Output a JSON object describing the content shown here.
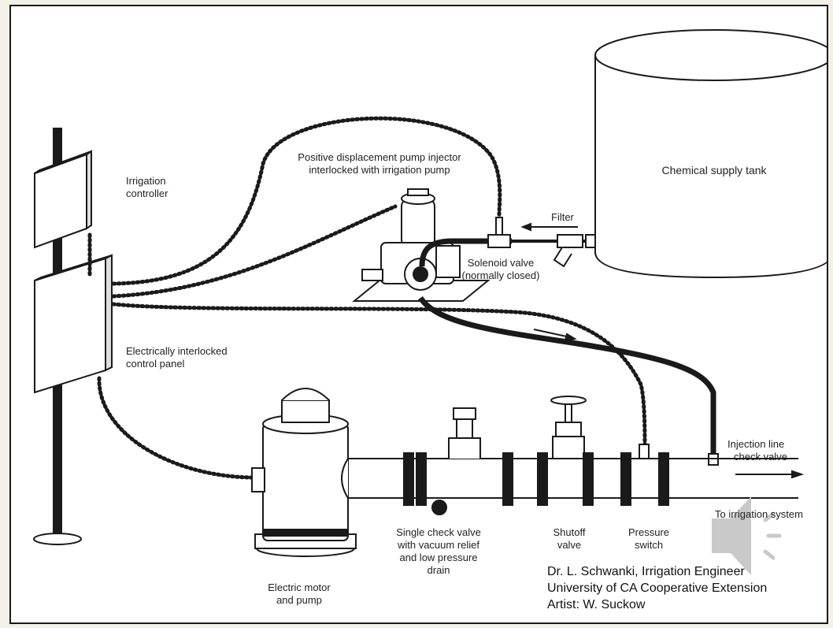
{
  "labels": {
    "irrigation_controller": [
      "Irrigation",
      "controller"
    ],
    "injector_pump": [
      "Positive displacement pump injector",
      "interlocked with irrigation pump"
    ],
    "chemical_tank": "Chemical supply tank",
    "filter": "Filter",
    "solenoid_valve": [
      "Solenoid valve",
      "(normally closed)"
    ],
    "control_panel": [
      "Electrically interlocked",
      "control panel"
    ],
    "injection_check_valve": [
      "Injection line",
      "check valve"
    ],
    "to_irrigation": "To irrigation system",
    "single_check_valve": [
      "Single check valve",
      "with vacuum relief",
      "and low pressure",
      "drain"
    ],
    "shutoff_valve": [
      "Shutoff",
      "valve"
    ],
    "pressure_switch": [
      "Pressure",
      "switch"
    ],
    "motor_pump": [
      "Electric motor",
      "and pump"
    ]
  },
  "credits": [
    "Dr. L. Schwanki, Irrigation Engineer",
    "University of CA Cooperative Extension",
    "Artist: W. Suckow"
  ],
  "colors": {
    "line": "#1a1a1a",
    "background": "#ffffff",
    "margin": "#f3f1e7",
    "speaker": "#c9c9c9"
  }
}
